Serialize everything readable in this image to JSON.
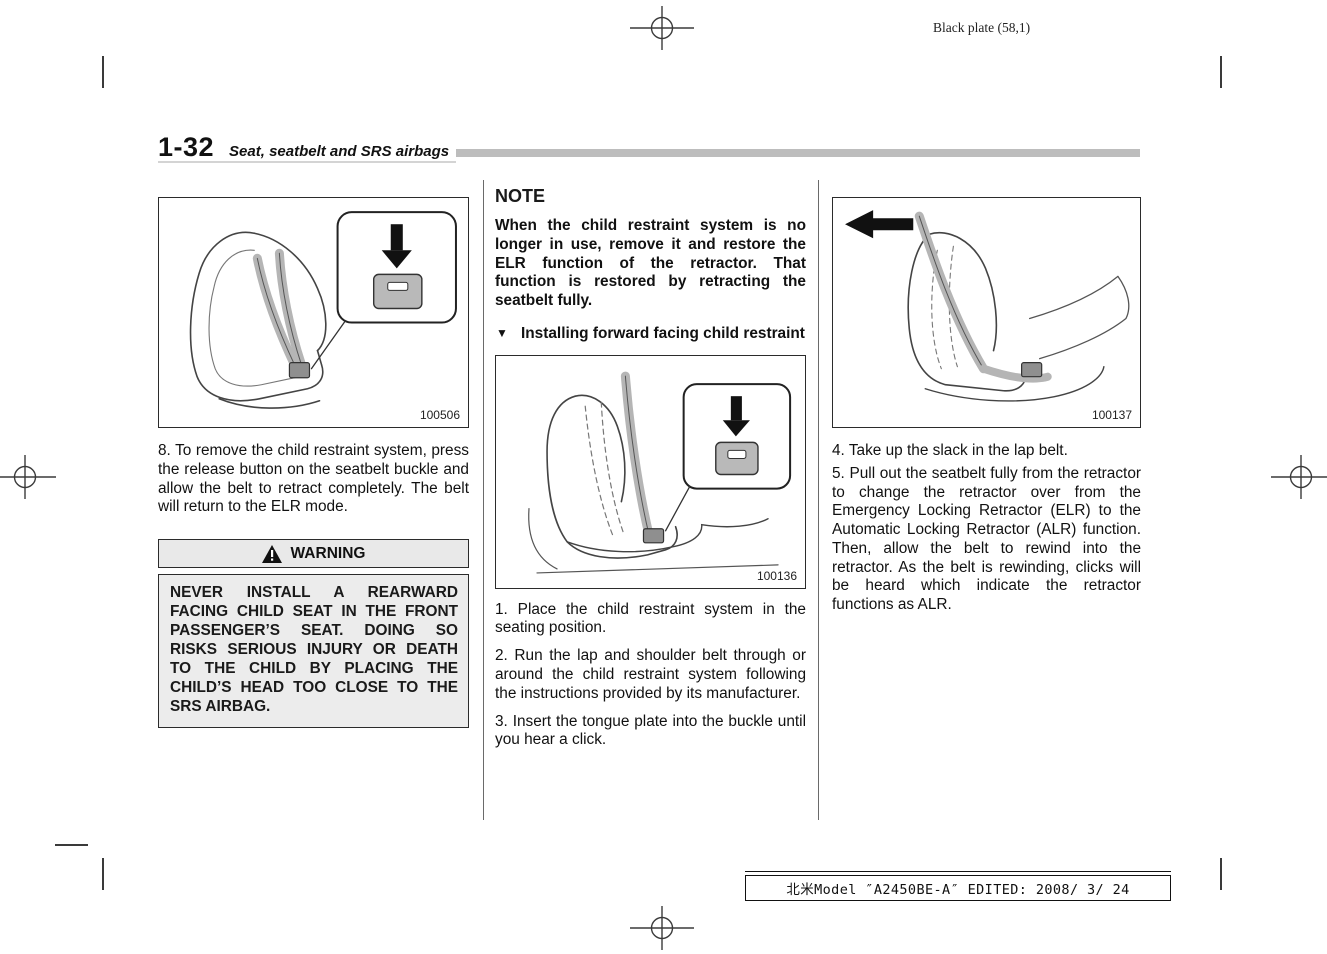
{
  "page": {
    "plate_label": "Black plate (58,1)",
    "header": {
      "section_number": "1-32",
      "section_title": "Seat, seatbelt and SRS airbags"
    },
    "footer_text": "北米Model ″A2450BE-A″ EDITED: 2008/ 3/ 24"
  },
  "left_column": {
    "figure_label": "100506",
    "step_8": "8. To remove the child restraint system, press the release button on the seatbelt buckle and allow the belt to retract completely. The belt will return to the ELR mode.",
    "warning": {
      "title": "WARNING",
      "body": "NEVER INSTALL A REARWARD FACING CHILD SEAT IN THE FRONT PASSENGER’S SEAT. DOING SO RISKS SERIOUS INJURY OR DEATH TO THE CHILD BY PLACING THE CHILD’S HEAD TOO CLOSE TO THE SRS AIRBAG."
    }
  },
  "middle_column": {
    "note_title": "NOTE",
    "note_body": "When the child restraint system is no longer in use, remove it and restore the ELR function of the retractor. That function is restored by retracting the seatbelt fully.",
    "subsection_title": "Installing forward facing child restraint",
    "figure_label": "100136",
    "step_1": "1. Place the child restraint system in the seating position.",
    "step_2": "2. Run the lap and shoulder belt through or around the child restraint system following the instructions provided by its manufacturer.",
    "step_3": "3. Insert the tongue plate into the buckle until you hear a click."
  },
  "right_column": {
    "figure_label": "100137",
    "step_4": "4. Take up the slack in the lap belt.",
    "step_5": "5. Pull out the seatbelt fully from the retractor to change the retractor over from the Emergency Locking Retractor (ELR) to the Automatic Locking Retractor (ALR) function. Then, allow the belt to rewind into the retractor. As the belt is rewinding, clicks will be heard which indicate the retractor functions as ALR."
  }
}
